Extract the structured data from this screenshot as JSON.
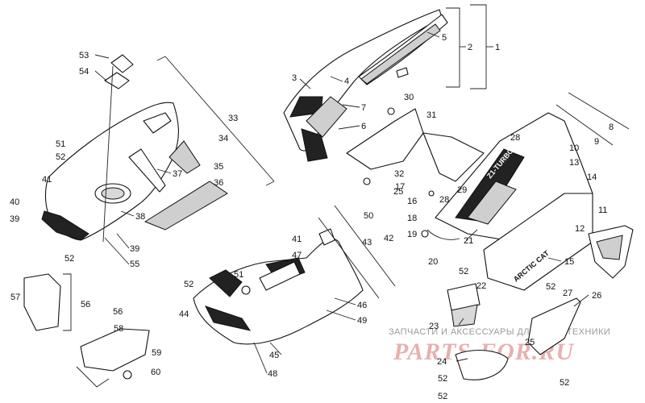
{
  "diagram": {
    "callouts": [
      "1",
      "2",
      "3",
      "4",
      "5",
      "6",
      "7",
      "8",
      "9",
      "10",
      "11",
      "12",
      "13",
      "14",
      "15",
      "16",
      "17",
      "18",
      "19",
      "20",
      "21",
      "22",
      "23",
      "24",
      "25",
      "26",
      "27",
      "28",
      "29",
      "30",
      "31",
      "32",
      "33",
      "34",
      "35",
      "36",
      "37",
      "38",
      "39",
      "40",
      "41",
      "42",
      "43",
      "44",
      "45",
      "46",
      "47",
      "48",
      "49",
      "50",
      "51",
      "52",
      "53",
      "54",
      "55",
      "56",
      "57",
      "58",
      "59",
      "60"
    ],
    "labels": {
      "l1": "1",
      "l2": "2",
      "l3": "3",
      "l4": "4",
      "l5": "5",
      "l6": "6",
      "l7": "7",
      "l8": "8",
      "l9": "9",
      "l10": "10",
      "l11": "11",
      "l12": "12",
      "l13": "13",
      "l14": "14",
      "l15": "15",
      "l16": "16",
      "l17": "17",
      "l18": "18",
      "l19": "19",
      "l20": "20",
      "l21": "21",
      "l22": "22",
      "l23": "23",
      "l24": "24",
      "l25a": "25",
      "l25b": "25",
      "l26": "26",
      "l27": "27",
      "l28a": "28",
      "l28b": "28",
      "l29": "29",
      "l30": "30",
      "l31": "31",
      "l32": "32",
      "l33": "33",
      "l34": "34",
      "l35": "35",
      "l36": "36",
      "l37": "37",
      "l38": "38",
      "l39a": "39",
      "l39b": "39",
      "l40": "40",
      "l41a": "41",
      "l41b": "41",
      "l42": "42",
      "l43": "43",
      "l44": "44",
      "l45": "45",
      "l46": "46",
      "l47": "47",
      "l48": "48",
      "l49": "49",
      "l50": "50",
      "l51a": "51",
      "l51b": "51",
      "l52a": "52",
      "l52b": "52",
      "l52c": "52",
      "l52d": "52",
      "l52e": "52",
      "l52f": "52",
      "l52g": "52",
      "l52h": "52",
      "l53": "53",
      "l54": "54",
      "l55": "55",
      "l56a": "56",
      "l56b": "56",
      "l57": "57",
      "l58": "58",
      "l59": "59",
      "l60": "60"
    },
    "decals": {
      "brand": "Z1-TURBO",
      "brand_side": "ARCTIC CAT"
    }
  },
  "watermark": {
    "tagline": "ЗАПЧАСТИ И АКСЕССУАРЫ ДЛЯ МОТОТЕХНИКИ",
    "logo": "PARTS-FOR.RU"
  },
  "colors": {
    "ink": "#111111",
    "watermark_logo": "#e8b0b0",
    "watermark_text": "#9a9a9a"
  }
}
